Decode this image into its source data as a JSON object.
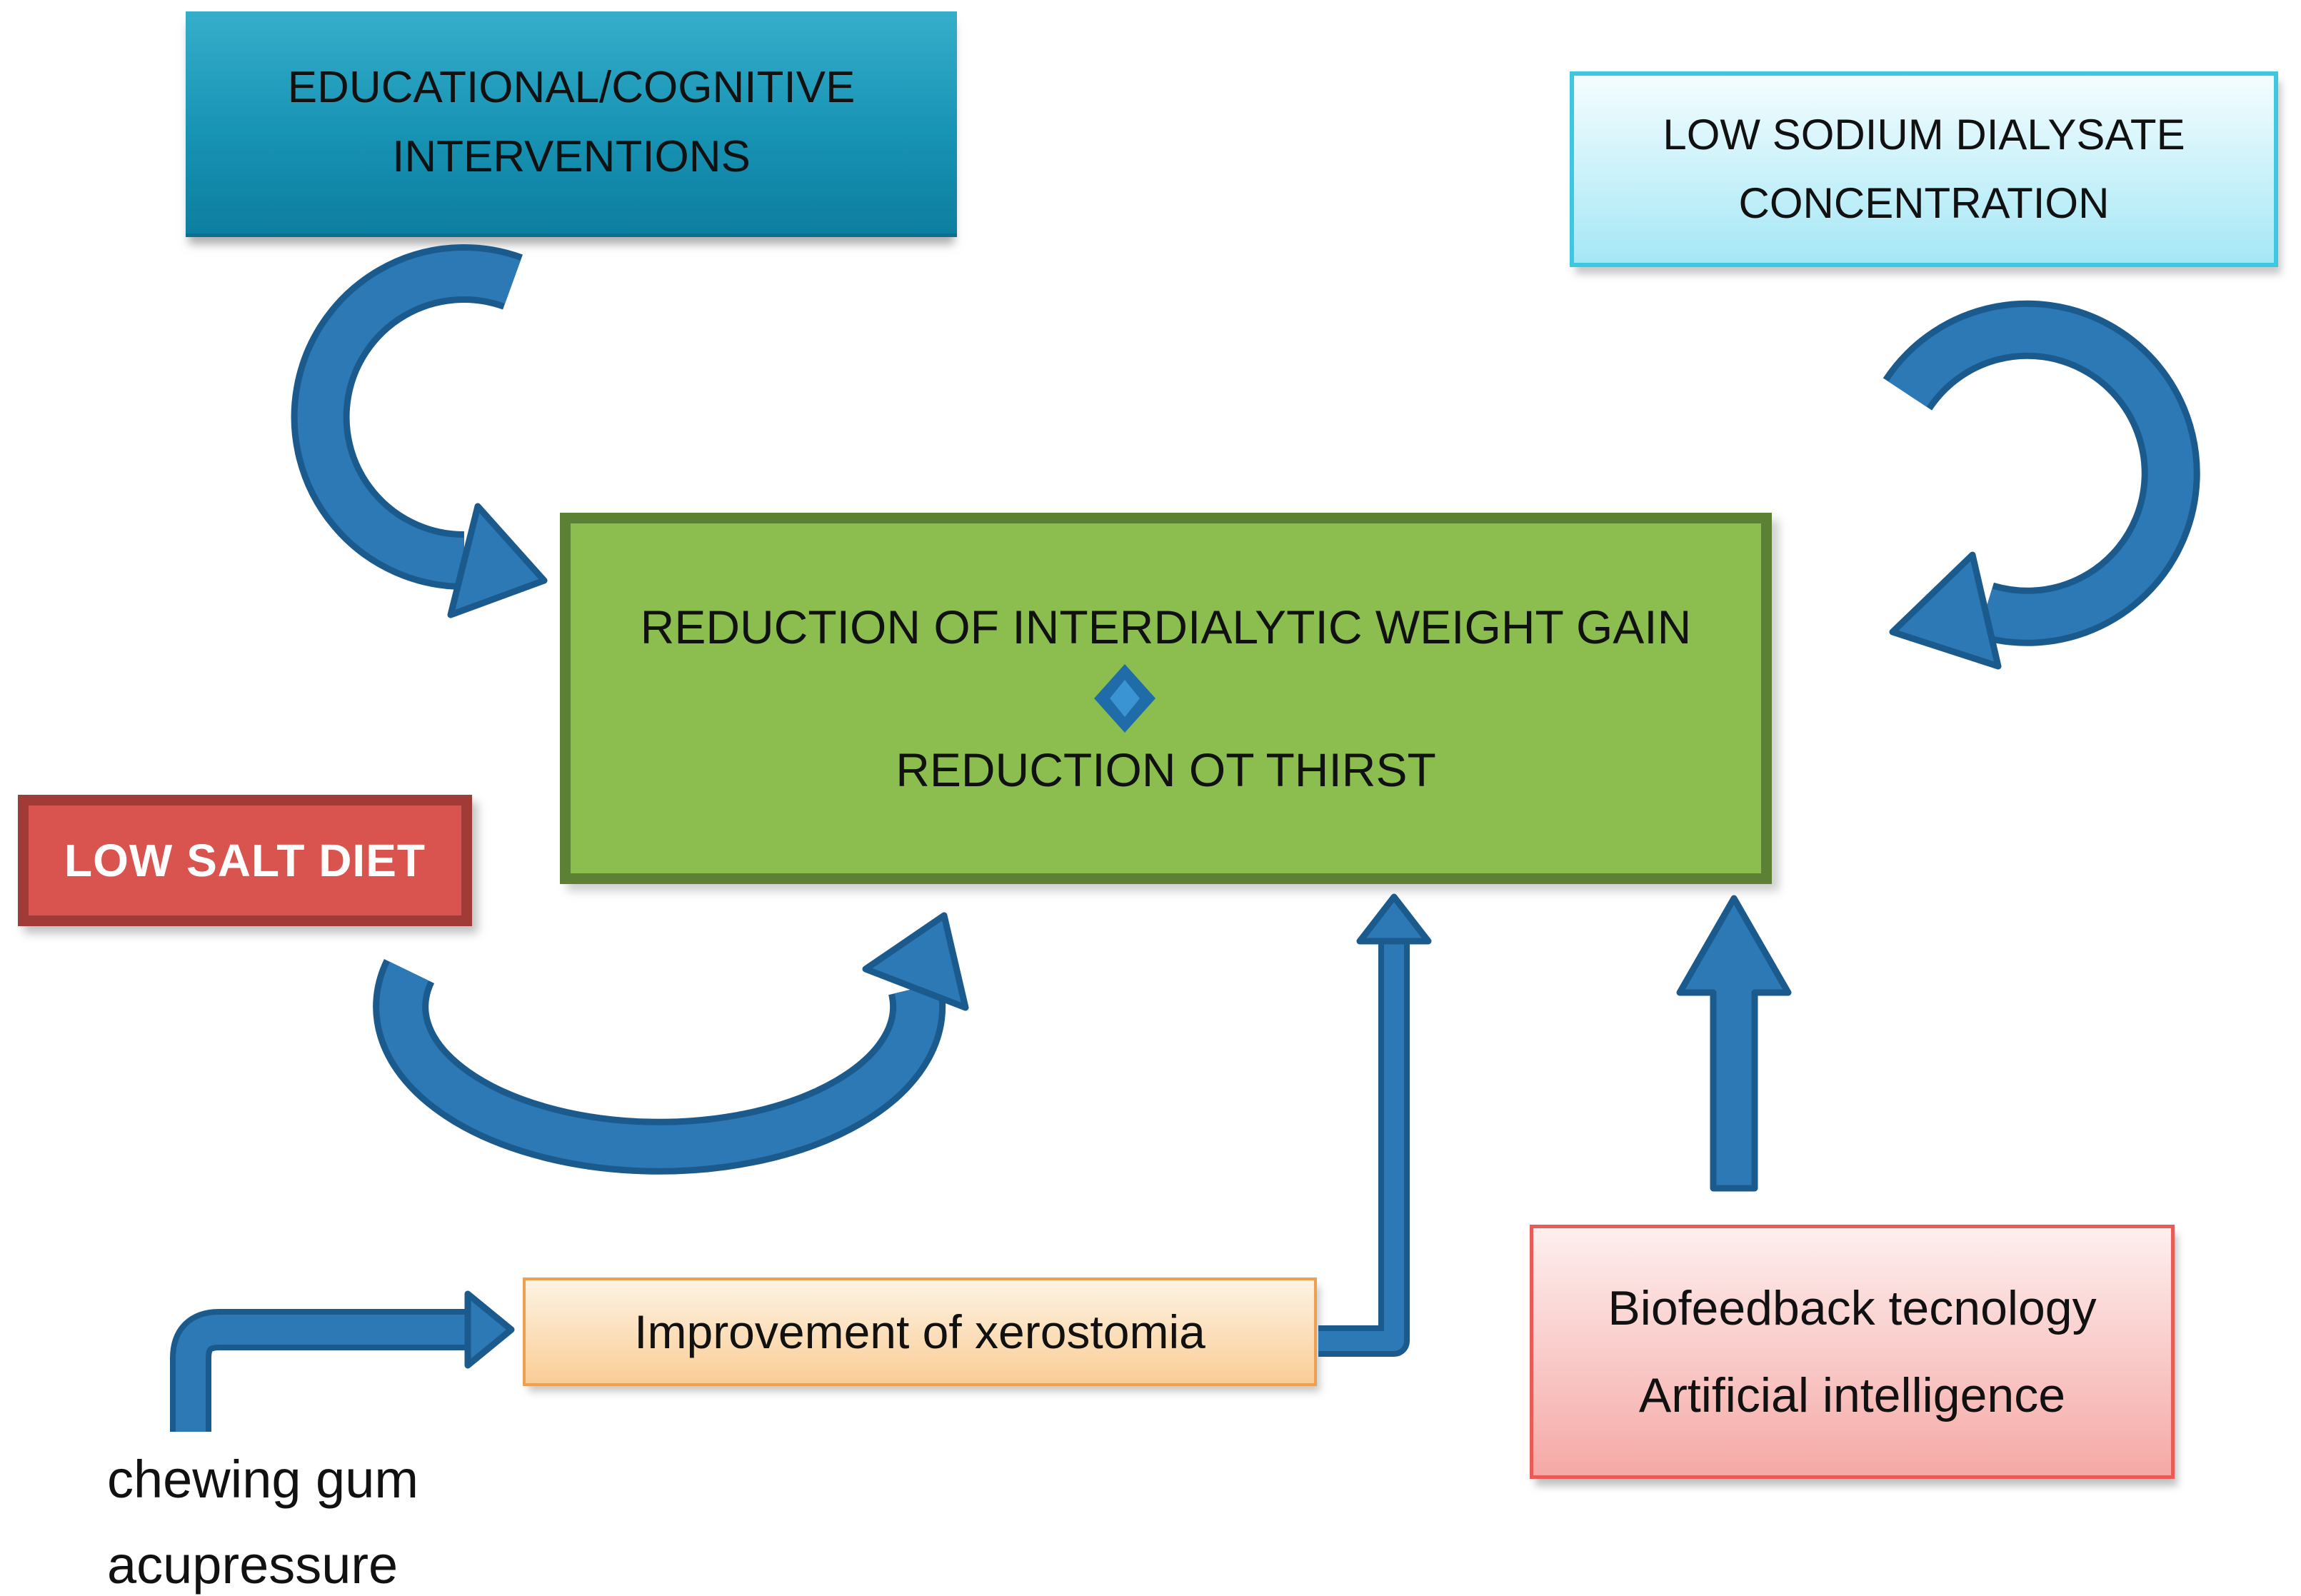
{
  "colors": {
    "teal-top": "#36AECB",
    "teal-mid": "#1793B4",
    "teal-bottom": "#0E7E9F",
    "teal-border": "#0B6F8D",
    "cyan-top": "#F4FDFF",
    "cyan-bottom": "#A5E7F5",
    "cyan-border": "#3EC7E0",
    "green-fill": "#8CBE4F",
    "green-border": "#5D8134",
    "red-fill": "#D9534F",
    "red-border": "#A13B38",
    "orange-top": "#FDF3E3",
    "orange-bottom": "#FACD96",
    "orange-border": "#EDA04F",
    "pink-top": "#FDEFEE",
    "pink-bottom": "#F5A9A6",
    "pink-border": "#E85B57",
    "arrow": "#2C79B6",
    "arrow-outline": "#1B5A8C",
    "diamond": "#3A94D4",
    "diamond-outline": "#1F6CA8"
  },
  "boxes": {
    "educational": {
      "line1": "EDUCATIONAL/COGNITIVE",
      "line2": "INTERVENTIONS"
    },
    "low_sodium": {
      "line1": "LOW SODIUM DIALYSATE",
      "line2": "CONCENTRATION"
    },
    "central": {
      "line1": "REDUCTION OF INTERDIALYTIC WEIGHT GAIN",
      "line2": "REDUCTION OT THIRST"
    },
    "low_salt": {
      "label": "LOW SALT DIET"
    },
    "xerostomia": {
      "label": "Improvement of xerostomia"
    },
    "biofeedback": {
      "line1": "Biofeedback tecnology",
      "line2": "Artificial intelligence"
    },
    "notes": {
      "line1": "chewing gum",
      "line2": "acupressure"
    }
  }
}
